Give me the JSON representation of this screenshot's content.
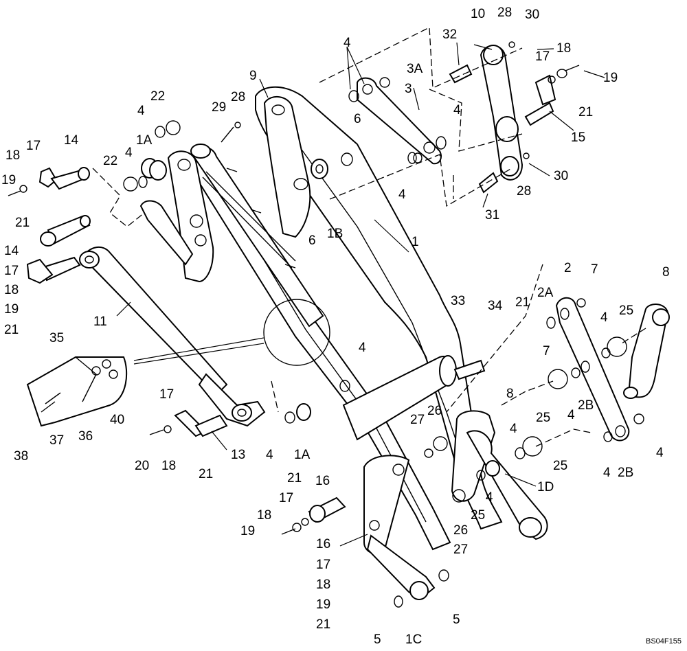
{
  "drawing_code": "BS04F155",
  "callouts": [
    {
      "id": "c-1",
      "text": "1"
    },
    {
      "id": "c-1A-top",
      "text": "1A"
    },
    {
      "id": "c-1A-low",
      "text": "1A"
    },
    {
      "id": "c-1B",
      "text": "1B"
    },
    {
      "id": "c-1C",
      "text": "1C"
    },
    {
      "id": "c-1D",
      "text": "1D"
    },
    {
      "id": "c-2",
      "text": "2"
    },
    {
      "id": "c-2A",
      "text": "2A"
    },
    {
      "id": "c-2B-a",
      "text": "2B"
    },
    {
      "id": "c-2B-b",
      "text": "2B"
    },
    {
      "id": "c-3",
      "text": "3"
    },
    {
      "id": "c-3A",
      "text": "3A"
    },
    {
      "id": "c-4-a",
      "text": "4"
    },
    {
      "id": "c-4-b",
      "text": "4"
    },
    {
      "id": "c-4-c",
      "text": "4"
    },
    {
      "id": "c-4-d",
      "text": "4"
    },
    {
      "id": "c-4-e",
      "text": "4"
    },
    {
      "id": "c-4-f",
      "text": "4"
    },
    {
      "id": "c-4-g",
      "text": "4"
    },
    {
      "id": "c-4-h",
      "text": "4"
    },
    {
      "id": "c-4-i",
      "text": "4"
    },
    {
      "id": "c-4-j",
      "text": "4"
    },
    {
      "id": "c-4-k",
      "text": "4"
    },
    {
      "id": "c-4-l",
      "text": "4"
    },
    {
      "id": "c-4-m",
      "text": "4"
    },
    {
      "id": "c-4-n",
      "text": "4"
    },
    {
      "id": "c-4-o",
      "text": "4"
    },
    {
      "id": "c-5-a",
      "text": "5"
    },
    {
      "id": "c-5-b",
      "text": "5"
    },
    {
      "id": "c-6-a",
      "text": "6"
    },
    {
      "id": "c-6-b",
      "text": "6"
    },
    {
      "id": "c-7-a",
      "text": "7"
    },
    {
      "id": "c-7-b",
      "text": "7"
    },
    {
      "id": "c-8-a",
      "text": "8"
    },
    {
      "id": "c-8-b",
      "text": "8"
    },
    {
      "id": "c-9",
      "text": "9"
    },
    {
      "id": "c-10",
      "text": "10"
    },
    {
      "id": "c-11",
      "text": "11"
    },
    {
      "id": "c-13",
      "text": "13"
    },
    {
      "id": "c-14-a",
      "text": "14"
    },
    {
      "id": "c-14-b",
      "text": "14"
    },
    {
      "id": "c-15",
      "text": "15"
    },
    {
      "id": "c-16-a",
      "text": "16"
    },
    {
      "id": "c-16-b",
      "text": "16"
    },
    {
      "id": "c-17-a",
      "text": "17"
    },
    {
      "id": "c-17-b",
      "text": "17"
    },
    {
      "id": "c-17-c",
      "text": "17"
    },
    {
      "id": "c-17-d",
      "text": "17"
    },
    {
      "id": "c-17-e",
      "text": "17"
    },
    {
      "id": "c-17-f",
      "text": "17"
    },
    {
      "id": "c-18-a",
      "text": "18"
    },
    {
      "id": "c-18-b",
      "text": "18"
    },
    {
      "id": "c-18-c",
      "text": "18"
    },
    {
      "id": "c-18-d",
      "text": "18"
    },
    {
      "id": "c-18-e",
      "text": "18"
    },
    {
      "id": "c-18-f",
      "text": "18"
    },
    {
      "id": "c-19-a",
      "text": "19"
    },
    {
      "id": "c-19-b",
      "text": "19"
    },
    {
      "id": "c-19-c",
      "text": "19"
    },
    {
      "id": "c-19-d",
      "text": "19"
    },
    {
      "id": "c-19-e",
      "text": "19"
    },
    {
      "id": "c-20",
      "text": "20"
    },
    {
      "id": "c-21-a",
      "text": "21"
    },
    {
      "id": "c-21-b",
      "text": "21"
    },
    {
      "id": "c-21-c",
      "text": "21"
    },
    {
      "id": "c-21-d",
      "text": "21"
    },
    {
      "id": "c-21-e",
      "text": "21"
    },
    {
      "id": "c-21-f",
      "text": "21"
    },
    {
      "id": "c-21-g",
      "text": "21"
    },
    {
      "id": "c-21-h",
      "text": "21"
    },
    {
      "id": "c-22-a",
      "text": "22"
    },
    {
      "id": "c-22-b",
      "text": "22"
    },
    {
      "id": "c-25-a",
      "text": "25"
    },
    {
      "id": "c-25-b",
      "text": "25"
    },
    {
      "id": "c-25-c",
      "text": "25"
    },
    {
      "id": "c-25-d",
      "text": "25"
    },
    {
      "id": "c-26-a",
      "text": "26"
    },
    {
      "id": "c-26-b",
      "text": "26"
    },
    {
      "id": "c-27-a",
      "text": "27"
    },
    {
      "id": "c-27-b",
      "text": "27"
    },
    {
      "id": "c-28-a",
      "text": "28"
    },
    {
      "id": "c-28-b",
      "text": "28"
    },
    {
      "id": "c-28-c",
      "text": "28"
    },
    {
      "id": "c-29",
      "text": "29"
    },
    {
      "id": "c-30-a",
      "text": "30"
    },
    {
      "id": "c-30-b",
      "text": "30"
    },
    {
      "id": "c-31",
      "text": "31"
    },
    {
      "id": "c-32",
      "text": "32"
    },
    {
      "id": "c-33",
      "text": "33"
    },
    {
      "id": "c-34",
      "text": "34"
    },
    {
      "id": "c-35",
      "text": "35"
    },
    {
      "id": "c-36",
      "text": "36"
    },
    {
      "id": "c-37",
      "text": "37"
    },
    {
      "id": "c-38",
      "text": "38"
    },
    {
      "id": "c-40",
      "text": "40"
    }
  ]
}
